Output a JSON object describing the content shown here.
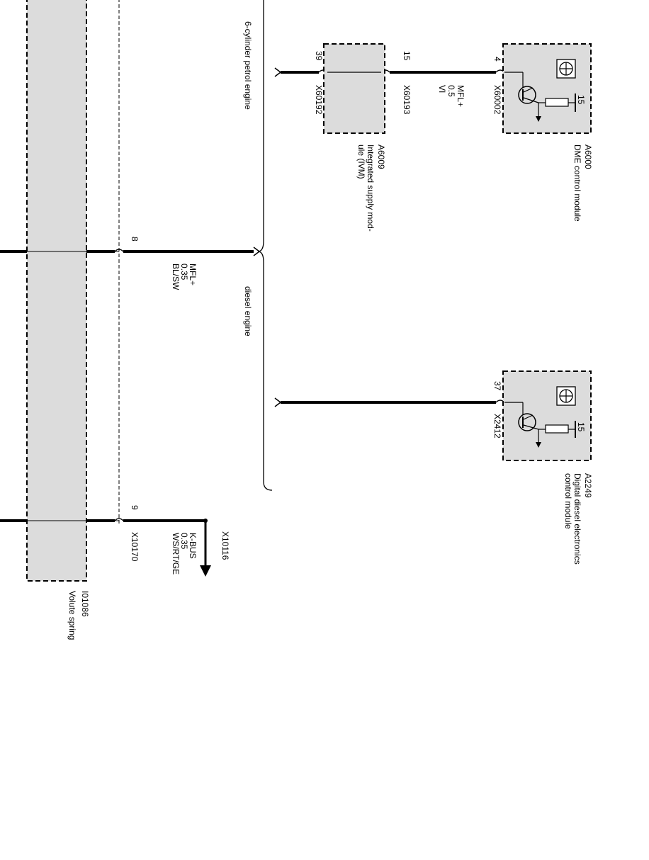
{
  "engine_labels": {
    "petrol": "6-cylinder petrol engine",
    "diesel": "diesel engine"
  },
  "volute_spring": {
    "id": "I01086",
    "name": "Volute spring"
  },
  "dme_module": {
    "id": "A6000",
    "name": "DME control module",
    "pin": "4",
    "connector": "X60002",
    "internal_pin": "15"
  },
  "ivm_module": {
    "id": "A6009",
    "name_line1": "Integrated supply mod-",
    "name_line2": "ule (IVM)",
    "pin_left": "39",
    "connector_left": "X60192",
    "pin_right": "15",
    "connector_right": "X60193"
  },
  "dde_module": {
    "id": "A2249",
    "name_line1": "Digital diesel electronics",
    "name_line2": "control module",
    "pin": "37",
    "connector": "X2412",
    "internal_pin": "15"
  },
  "wire_petrol": {
    "signal": "MFL+",
    "gauge": "0.5",
    "color": "VI"
  },
  "wire_diesel": {
    "pin": "8",
    "signal": "MFL+",
    "gauge": "0.35",
    "color": "BL/SW"
  },
  "wire_kbus": {
    "pin": "9",
    "connector": "X10170",
    "signal": "K-BUS",
    "gauge": "0.35",
    "color": "WS/RT/GE",
    "target_connector": "X10116"
  }
}
